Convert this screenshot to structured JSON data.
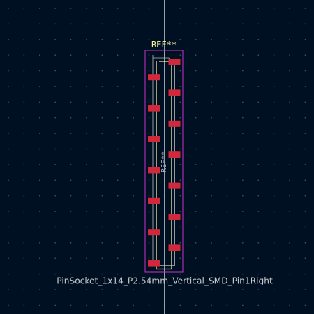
{
  "footprint": {
    "reference_silkscreen": "REF**",
    "reference_fab": "REF**",
    "value": "PinSocket_1x14_P2.54mm_Vertical_SMD_Pin1Right",
    "pin_count": 14,
    "pitch_mm": 2.54,
    "pin1_side": "right"
  },
  "colors": {
    "background": "#001023",
    "grid": "#4d5566",
    "crosshair": "#bfc3c8",
    "courtyard": "#c832c8",
    "silkscreen": "#f2eda1",
    "fab": "#b8b8b8",
    "pad": "#d2283c",
    "value_text": "#c9c9c9"
  }
}
